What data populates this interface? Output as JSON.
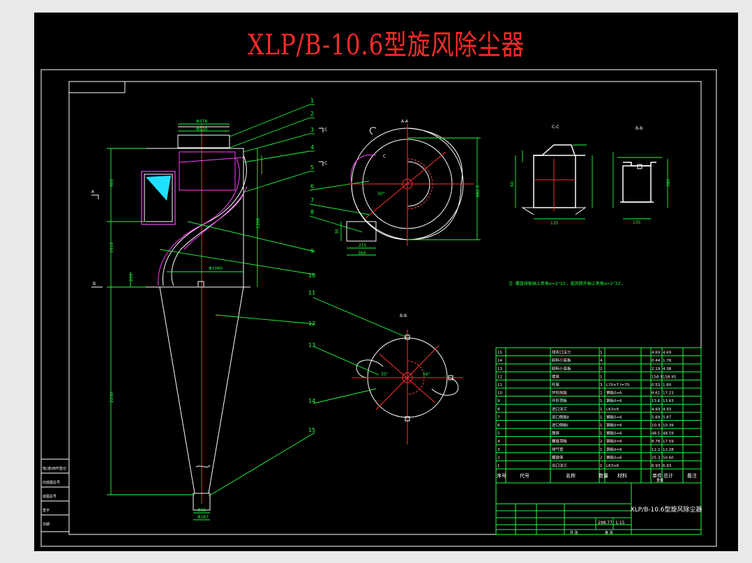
{
  "title": "XLP/B-10.6型旋风除尘器",
  "leaders": [
    "1",
    "2",
    "3",
    "4",
    "5",
    "6",
    "7",
    "8",
    "9",
    "10",
    "11",
    "12",
    "13",
    "14",
    "15"
  ],
  "views": {
    "section_aa": "A-A",
    "section_cc": "C-C",
    "section_bb": "B-B",
    "view_bb_bottom": "B-B",
    "mark_c": "C"
  },
  "dims": {
    "outlet_top": "Φ378",
    "outlet_inner": "Φ530",
    "body_d": "Φ1060",
    "tube_d": "Φ65",
    "bottom_d": "Φ267",
    "h1": "605",
    "h2": "1610",
    "h3": "2230",
    "h4": "1350",
    "h5": "255",
    "side": "30",
    "w1": "215",
    "w2": "360",
    "r1": "882.5",
    "c_w": "135",
    "c_h": "60",
    "b_w": "135",
    "b_h": "385",
    "angle_a": "30°",
    "angle_b": "35°",
    "angle_c": "56°"
  },
  "note": "注: 螺旋排板轴上夹角α=2°33′，旋风筒外轴上夹角α=2°33′。",
  "parts_table": {
    "rows": [
      {
        "no": "15",
        "name": "排灰口法兰",
        "qty": "1",
        "material": "",
        "weight": "4.69",
        "total": "4.69"
      },
      {
        "no": "14",
        "name": "卸料小底板",
        "qty": "4",
        "material": "",
        "weight": "0.44",
        "total": "1.78"
      },
      {
        "no": "13",
        "name": "卸料小底板",
        "qty": "2",
        "material": "",
        "weight": "2.19",
        "total": "4.38"
      },
      {
        "no": "12",
        "name": "锥体",
        "qty": "1",
        "material": "",
        "weight": "158.9",
        "total": "158.95"
      },
      {
        "no": "11",
        "name": "托架",
        "qty": "3",
        "material": "L70×7 l=70",
        "weight": "0.53",
        "total": "1.60"
      },
      {
        "no": "10",
        "name": "环形底板",
        "qty": "2",
        "material": "钢板δ=6",
        "weight": "8.61",
        "total": "17.23"
      },
      {
        "no": "9",
        "name": "环形顶板",
        "qty": "1",
        "material": "钢板δ=6",
        "weight": "13.6",
        "total": "13.63"
      },
      {
        "no": "8",
        "name": "进口法兰",
        "qty": "1",
        "material": "L63×6",
        "weight": "4.93",
        "total": "4.93"
      },
      {
        "no": "7",
        "name": "进口侧板Ⅱ",
        "qty": "1",
        "material": "钢板δ=6",
        "weight": "5.69",
        "total": "5.87"
      },
      {
        "no": "6",
        "name": "进口侧板Ⅰ",
        "qty": "1",
        "material": "钢板δ=6",
        "weight": "10.3",
        "total": "10.39"
      },
      {
        "no": "5",
        "name": "筒体",
        "qty": "1",
        "material": "钢板δ=6",
        "weight": "48.5",
        "total": "48.59"
      },
      {
        "no": "4",
        "name": "螺旋顶板",
        "qty": "2",
        "material": "钢板δ=6",
        "weight": "8.78",
        "total": "17.59"
      },
      {
        "no": "3",
        "name": "排气管",
        "qty": "1",
        "material": "钢板δ=6",
        "weight": "12.2",
        "total": "12.28"
      },
      {
        "no": "2",
        "name": "螺旋体",
        "qty": "2",
        "material": "钢板δ=6",
        "weight": "25.3",
        "total": "50.60"
      },
      {
        "no": "1",
        "name": "出口法兰",
        "qty": "1",
        "material": "L63×6",
        "weight": "6.93",
        "total": "6.93"
      }
    ],
    "header": {
      "no": "序号",
      "code": "代号",
      "name": "名称",
      "qty": "数量",
      "material": "材料",
      "unit": "单件",
      "total": "总计",
      "weight": "重量",
      "remark": "备注"
    }
  },
  "title_block": {
    "name": "XLP/B-10.6型旋风除尘器",
    "weight": "298.77",
    "scale": "1:15",
    "sheet": "共  张",
    "page": "第  张"
  },
  "left_block": [
    "借(通)用件登记",
    "旧底图总号",
    "底图总号",
    "签字",
    "日期"
  ]
}
